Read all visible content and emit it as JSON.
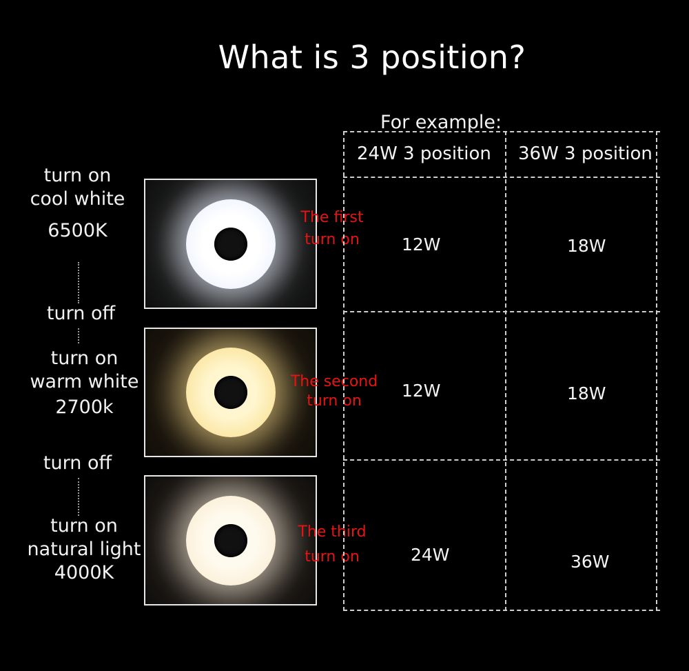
{
  "title": "What is 3 position?",
  "steps": [
    {
      "lines": [
        "turn on",
        "cool white",
        "6500K"
      ],
      "annotation": [
        "The first",
        "turn on"
      ]
    },
    {
      "separator": "turn off"
    },
    {
      "lines": [
        "turn on",
        "warm white",
        "2700k"
      ],
      "annotation": [
        "The second",
        "turn on"
      ]
    },
    {
      "separator": "turn off"
    },
    {
      "lines": [
        "turn on",
        "natural light",
        "4000K"
      ],
      "annotation": [
        "The third",
        "turn on"
      ]
    }
  ],
  "table": {
    "caption": "For example:",
    "columns": [
      "24W 3 position",
      "36W 3 position"
    ],
    "rows": [
      [
        "12W",
        "18W"
      ],
      [
        "12W",
        "18W"
      ],
      [
        "24W",
        "36W"
      ]
    ]
  },
  "colors": {
    "background": "#000000",
    "annotation": "#e81414",
    "text": "#f2f2f2"
  }
}
